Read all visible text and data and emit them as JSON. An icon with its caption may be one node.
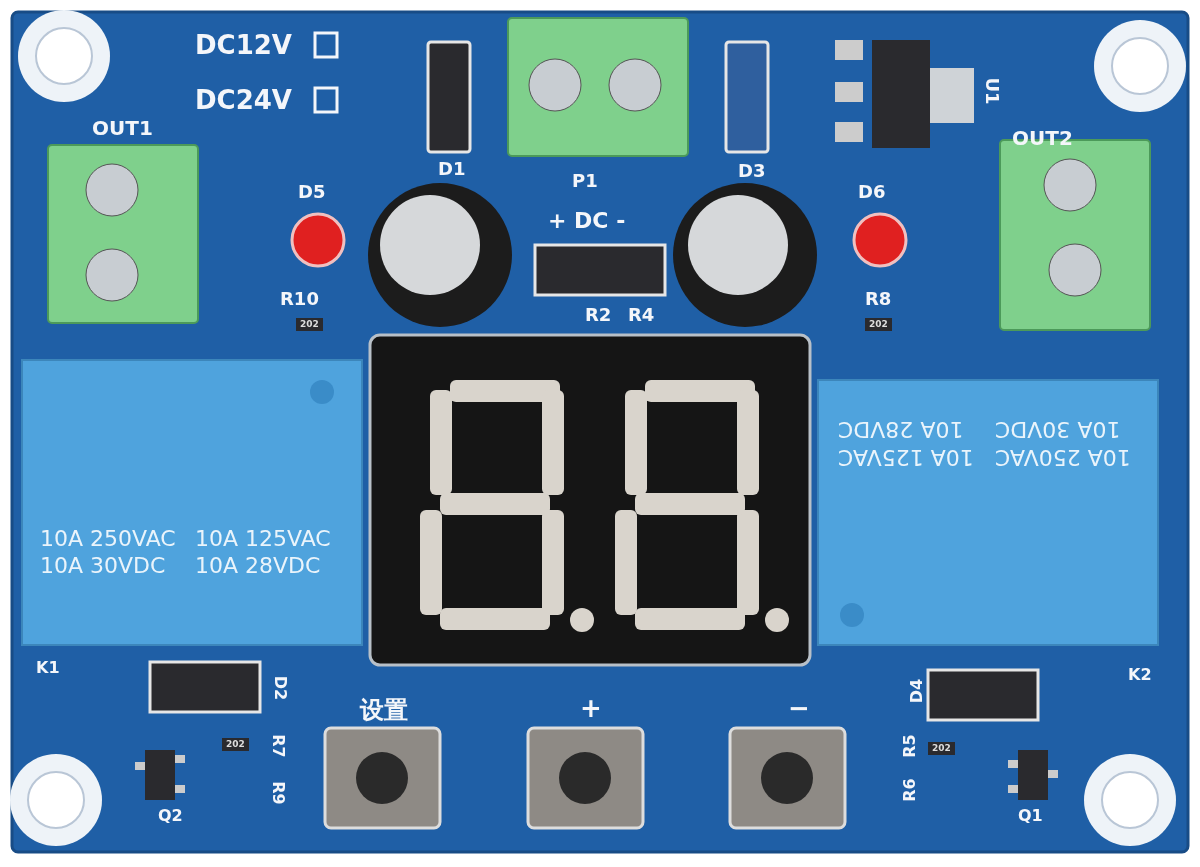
{
  "diagram": {
    "labels": [
      "DC12V",
      "DC24V",
      "D1",
      "D3",
      "U1",
      "OUT1",
      "OUT2",
      "P1",
      "D5",
      "D6",
      "+ DC -",
      "R10",
      "202",
      "R2",
      "R4",
      "R8",
      "202",
      "10A 250VAC",
      "10A 125VAC",
      "10A 30VDC",
      "10A 28VDC",
      "10A 28VDC",
      "10A 30VDC",
      "10A 125VAC",
      "10A 250VAC",
      "K1",
      "K2",
      "D2",
      "D4",
      "设置",
      "+",
      "−",
      "R7",
      "202",
      "R9",
      "R5",
      "202",
      "R6",
      "Q2",
      "Q1"
    ]
  }
}
